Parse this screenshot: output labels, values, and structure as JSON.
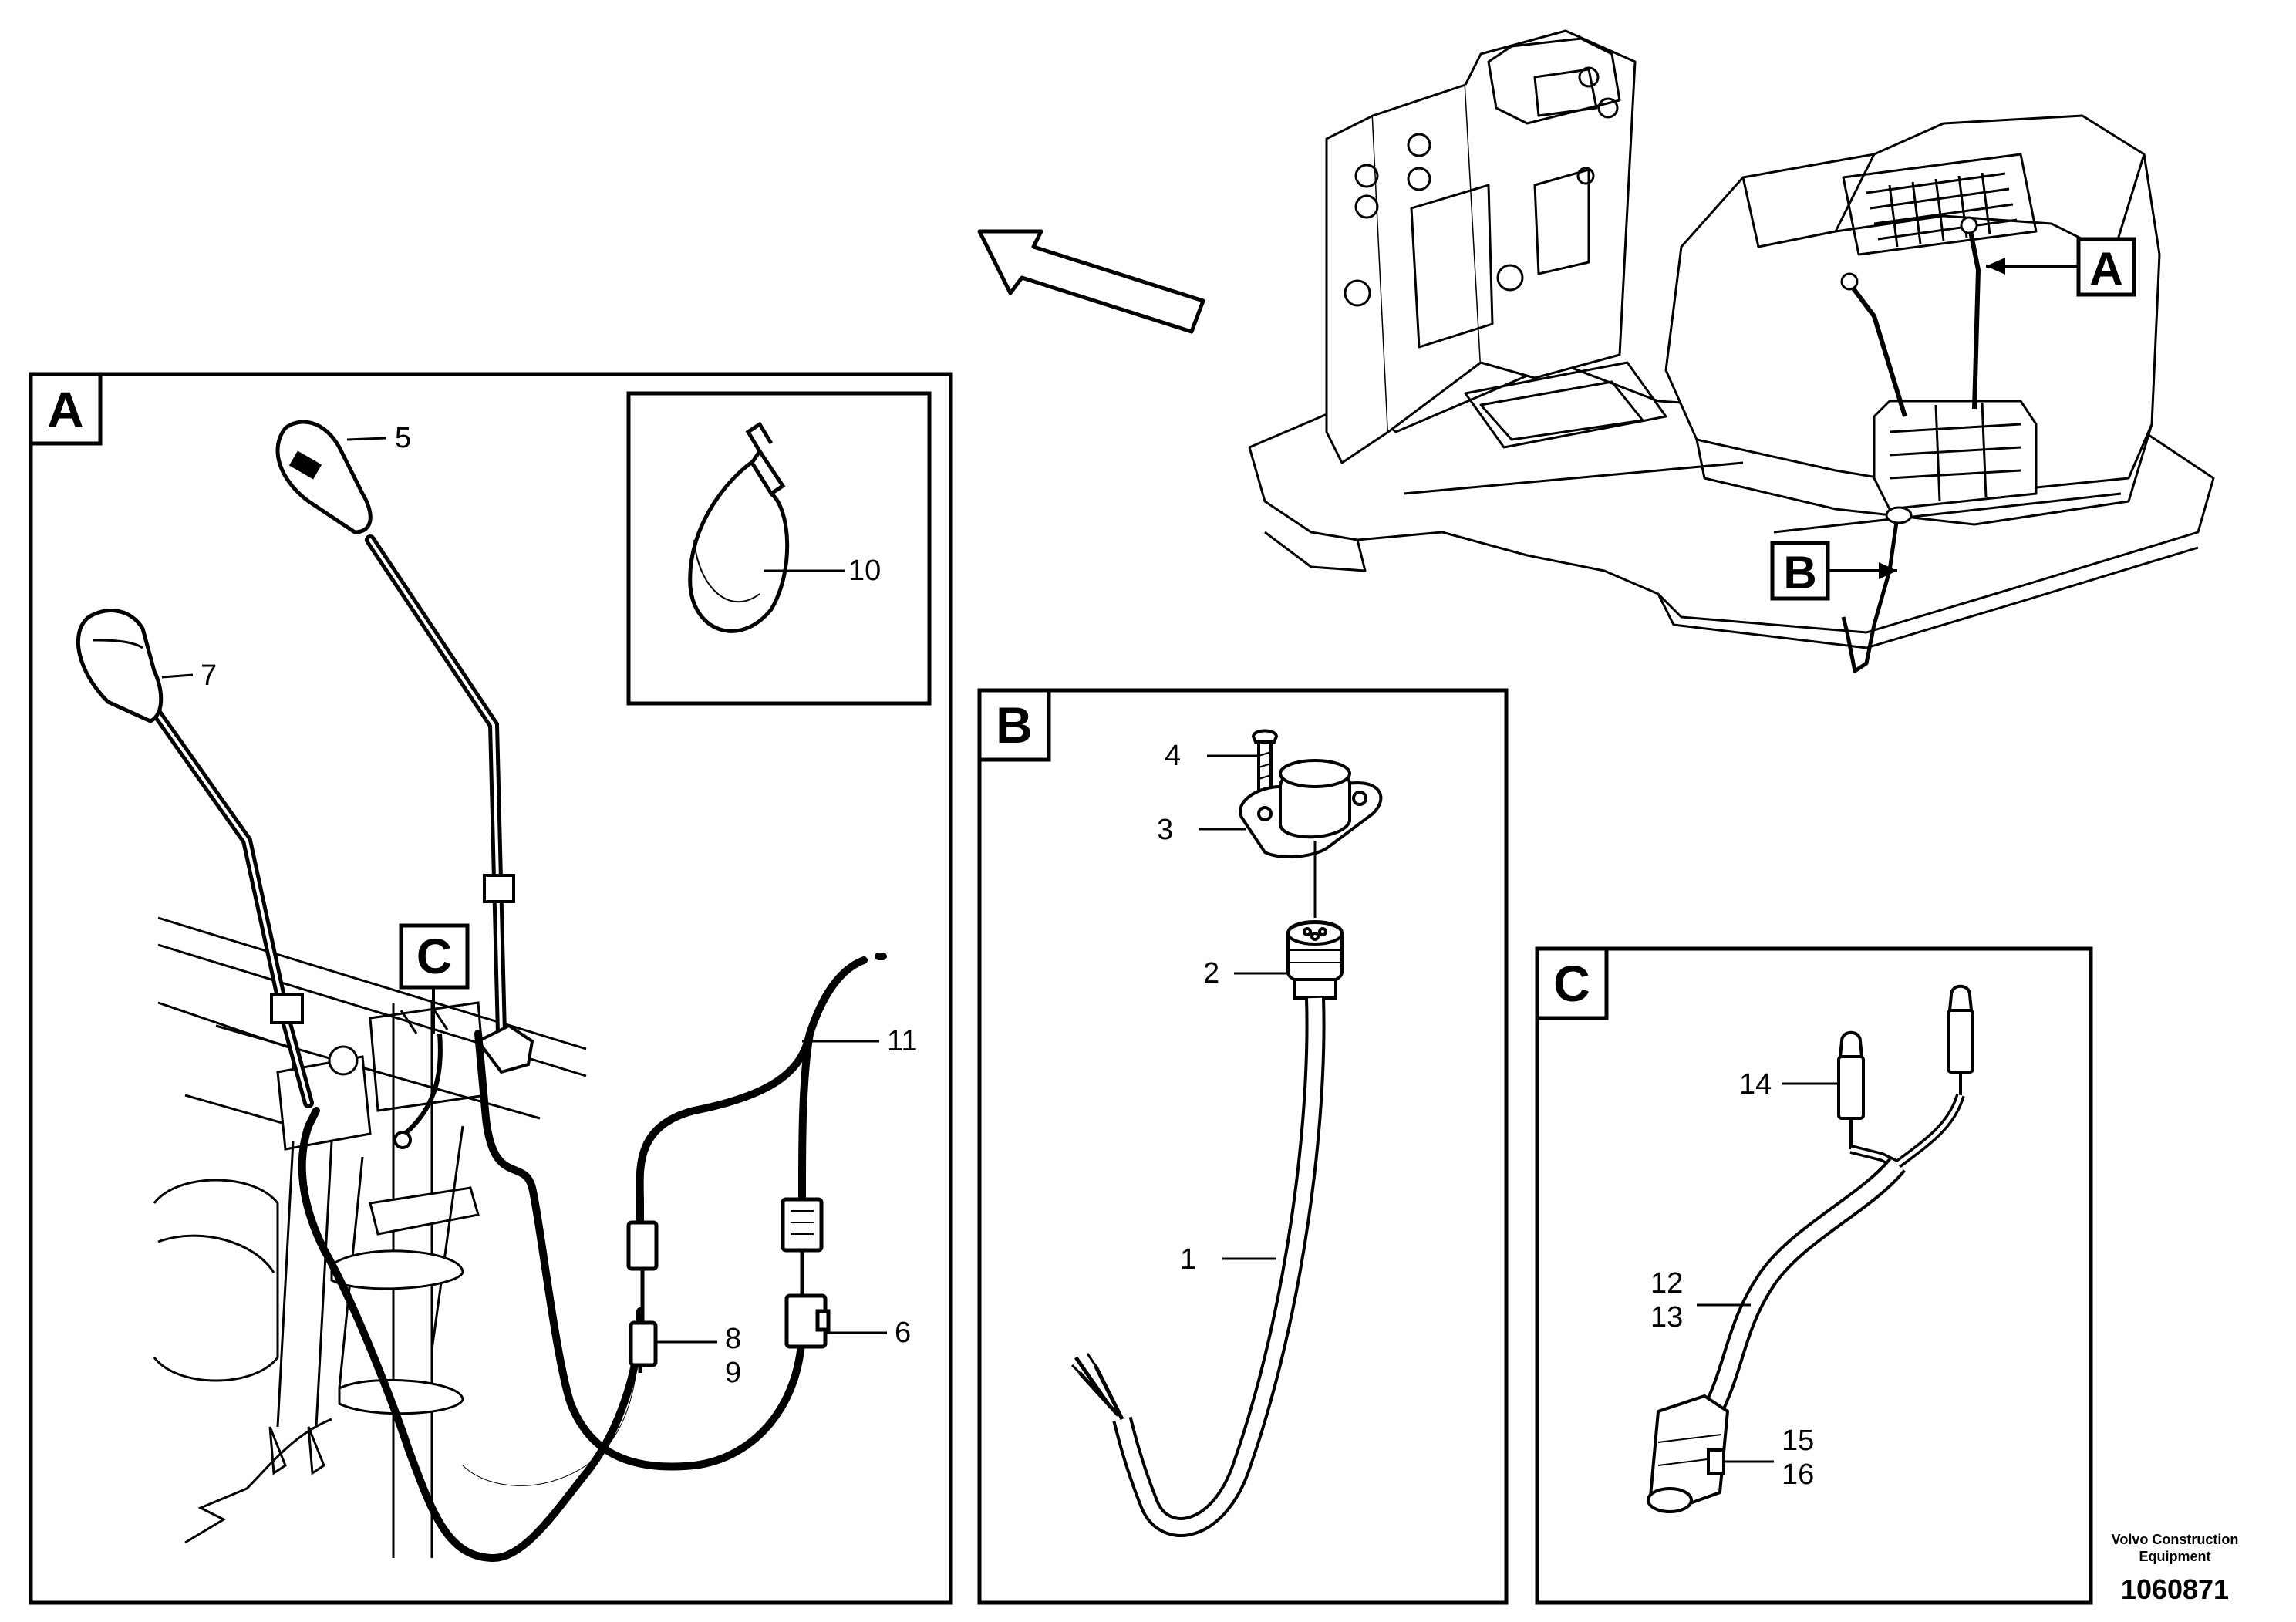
{
  "views": [
    {
      "letter": "A"
    },
    {
      "letter": "B"
    },
    {
      "letter": "C"
    }
  ],
  "overview_callouts": {
    "a": "A",
    "b": "B"
  },
  "detail_a_callout_c": "C",
  "parts": {
    "p1": "1",
    "p2": "2",
    "p3": "3",
    "p4": "4",
    "p5": "5",
    "p6": "6",
    "p7": "7",
    "p8": "8",
    "p9": "9",
    "p10": "10",
    "p11": "11",
    "p12": "12",
    "p13": "13",
    "p14": "14",
    "p15": "15",
    "p16": "16"
  },
  "footer": {
    "company_line1": "Volvo Construction",
    "company_line2": "Equipment",
    "drawing_number": "1060871"
  }
}
